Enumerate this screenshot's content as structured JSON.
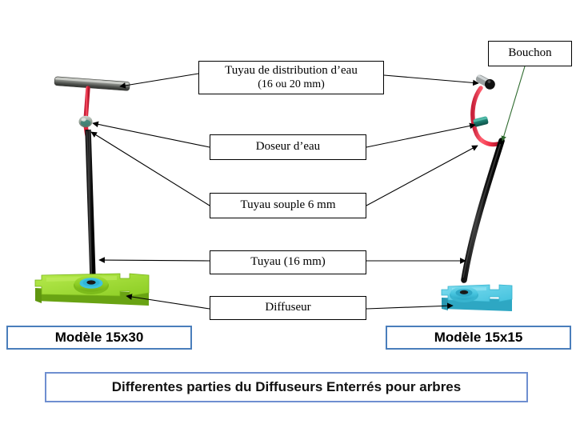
{
  "document": {
    "title": "Differentes parties du Diffuseurs Enterrés pour arbres",
    "language": "fr"
  },
  "callouts": {
    "distribution": {
      "line1": "Tuyau de distribution d’eau",
      "line2": "(16 ou 20 mm)"
    },
    "doseur": {
      "line1": "Doseur d’eau"
    },
    "souple": {
      "line1": "Tuyau souple 6 mm"
    },
    "tuyau16": {
      "line1": "Tuyau (16 mm)"
    },
    "diffuseur": {
      "line1": "Diffuseur"
    },
    "bouchon": {
      "line1": "Bouchon"
    }
  },
  "models": {
    "left": {
      "label": "Modèle 15x30"
    },
    "right": {
      "label": "Modèle 15x15"
    }
  },
  "parts": {
    "left_assembly": {
      "name": "Modèle 15x30 assembly",
      "distribution_pipe": "tuyau-distribution-gris",
      "soft_tube": "tuyau-souple-rouge",
      "doser": "doseur-eau",
      "main_pipe": "tuyau-noir-16mm",
      "diffuser_base": "diffuseur-vert"
    },
    "right_assembly": {
      "name": "Modèle 15x15 assembly",
      "cap": "bouchon-noir",
      "soft_tube": "tuyau-souple-rouge",
      "doser": "doseur-eau",
      "main_pipe": "tuyau-noir-16mm",
      "diffuser_base": "diffuseur-bleu"
    }
  },
  "colors": {
    "soft_tube": "#f4455a",
    "doser_left": "#8d9c92",
    "doser_right": "#1d7d72",
    "main_pipe": "#1a1a1a",
    "distribution_pipe": "#6b6f6a",
    "diffuser_left": "#8fd028",
    "diffuser_left_ring": "#3fc3e0",
    "diffuser_right": "#4cc6e0",
    "box_border": "#000000",
    "model_border": "#4a7ebb",
    "banner_border": "#6f8fd0",
    "arrow": "#000000",
    "bouchon_arrow": "#2f6b2f"
  }
}
